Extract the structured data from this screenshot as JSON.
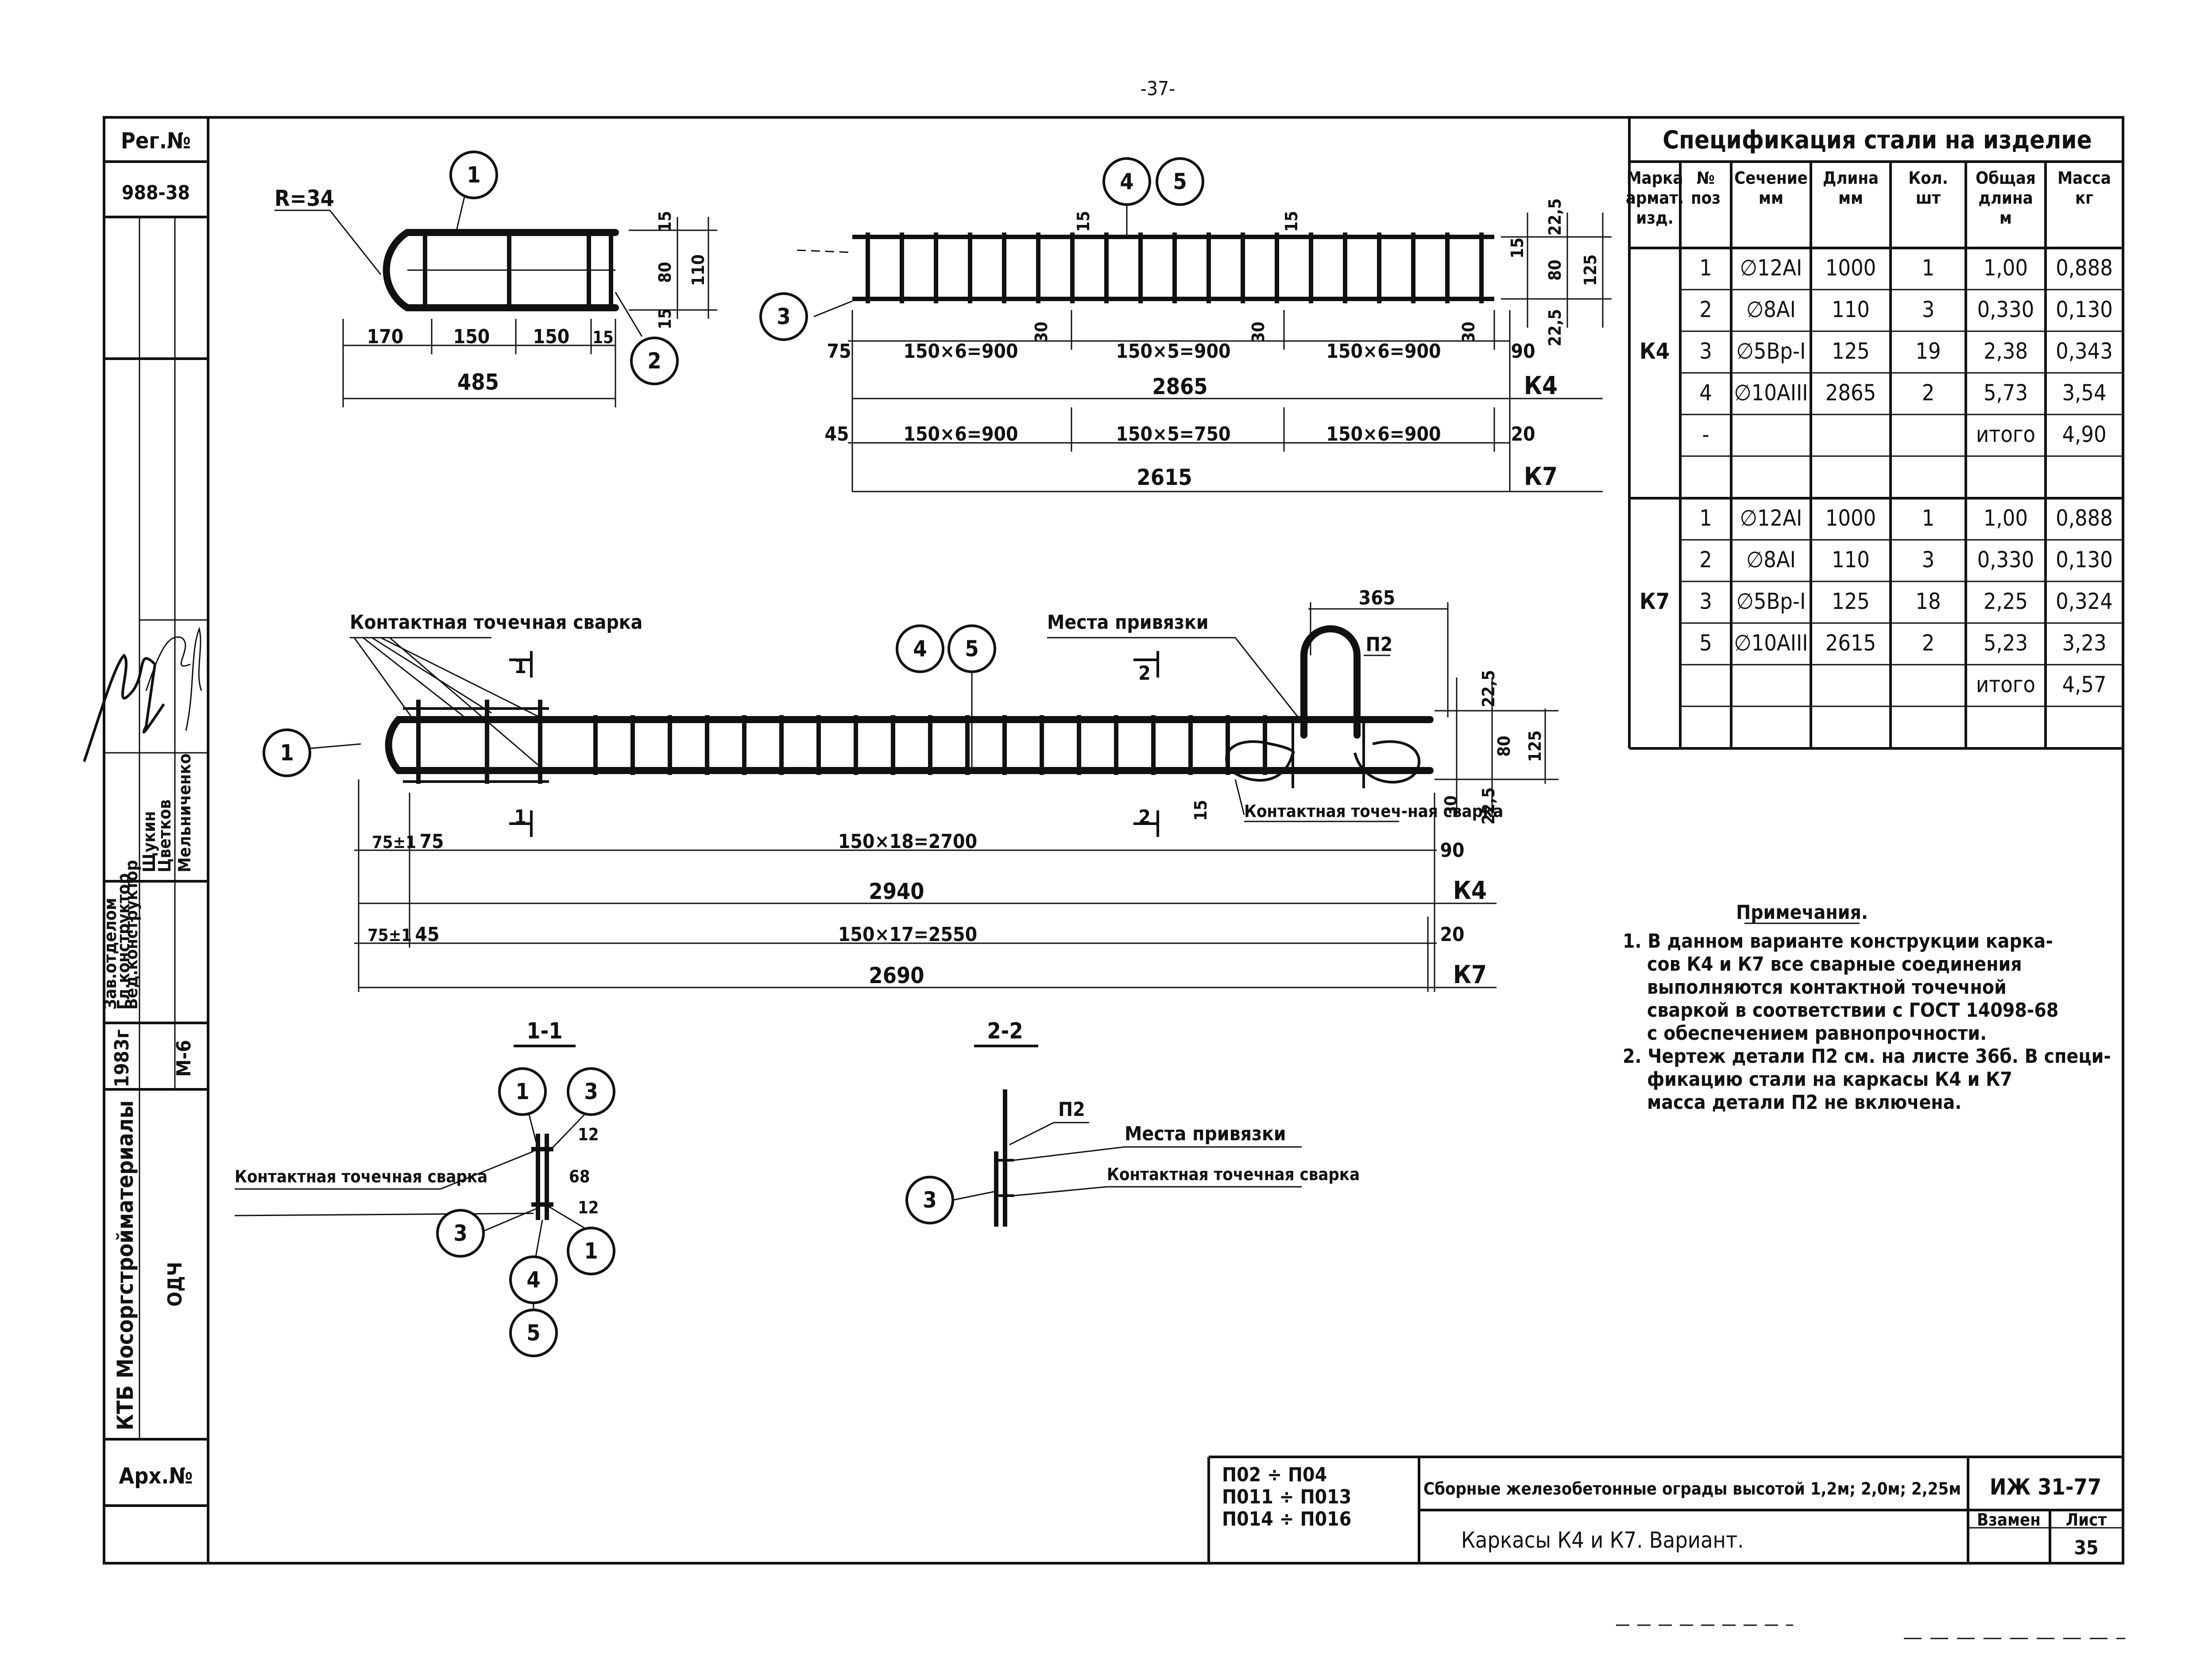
{
  "page_number": "-37-",
  "stamp": {
    "reg_label": "Рег.№",
    "reg_number": "988-38",
    "arch_label": "Арх.№",
    "organization": "КТБ Мосоргстройматериалы",
    "code": "ОДЧ",
    "year": "1983г",
    "mark": "М-6",
    "roles": [
      "Зав.отделом",
      "Гл.конструктор",
      "Вед.конструктор"
    ],
    "names": [
      "Щукин",
      "Цветков",
      "Мельниченко"
    ]
  },
  "callouts": {
    "r34": "R=34",
    "n1": "1",
    "n2": "2",
    "n3": "3",
    "n4": "4",
    "n5": "5"
  },
  "top_left_view": {
    "dims": [
      "170",
      "150",
      "150",
      "15"
    ],
    "total": "485",
    "right_dims": [
      "15",
      "80",
      "110",
      "15"
    ]
  },
  "top_right_view": {
    "top_dims": [
      "15",
      "15"
    ],
    "right_dims": [
      "22,5",
      "15",
      "80",
      "125",
      "22,5"
    ],
    "k4_row": [
      "75",
      "150×6=900",
      "150×5=900",
      "150×6=900",
      "90"
    ],
    "small_30": [
      "30",
      "30",
      "30"
    ],
    "k4_total": "2865",
    "k4": "К4",
    "k7_row": [
      "45",
      "150×6=900",
      "150×5=750",
      "150×6=900",
      "20"
    ],
    "k7_total": "2615",
    "k7": "К7"
  },
  "main_view": {
    "label_weld": "Контактная точечная сварка",
    "label_places": "Места привязки",
    "p2": "П2",
    "dim_365": "365",
    "section1": "1",
    "section2": "2",
    "right_dims": [
      "22,5",
      "80",
      "125",
      "30",
      "22,5"
    ],
    "dim_15": "15",
    "label_weld2": "Контактная точеч-ная сварка",
    "row1": [
      "75±1",
      "75",
      "150×18=2700",
      "90"
    ],
    "total1": "2940",
    "k4": "К4",
    "row2": [
      "75±1",
      "45",
      "150×17=2550",
      "20"
    ],
    "total2": "2690",
    "k7": "К7"
  },
  "section_1_1": {
    "title": "1-1",
    "weld_label": "Контактная точечная сварка",
    "dims": [
      "12",
      "68",
      "12"
    ]
  },
  "section_2_2": {
    "title": "2-2",
    "p2": "П2",
    "places": "Места привязки",
    "weld": "Контактная точечная сварка"
  },
  "spec_table": {
    "title": "Спецификация стали на изделие",
    "headers": [
      "Марка армат. изд.",
      "№ поз",
      "Сечение мм",
      "Длина мм",
      "Кол. шт",
      "Общая длина м",
      "Масса кг"
    ],
    "groups": [
      {
        "mark": "К4",
        "rows": [
          [
            "1",
            "∅12АI",
            "1000",
            "1",
            "1,00",
            "0,888"
          ],
          [
            "2",
            "∅8АI",
            "110",
            "3",
            "0,330",
            "0,130"
          ],
          [
            "3",
            "∅5Вр-I",
            "125",
            "19",
            "2,38",
            "0,343"
          ],
          [
            "4",
            "∅10АIII",
            "2865",
            "2",
            "5,73",
            "3,54"
          ],
          [
            "-",
            "",
            "",
            "",
            "итого",
            "4,90"
          ],
          [
            "",
            "",
            "",
            "",
            "",
            ""
          ]
        ]
      },
      {
        "mark": "К7",
        "rows": [
          [
            "1",
            "∅12АI",
            "1000",
            "1",
            "1,00",
            "0,888"
          ],
          [
            "2",
            "∅8АI",
            "110",
            "3",
            "0,330",
            "0,130"
          ],
          [
            "3",
            "∅5Вр-I",
            "125",
            "18",
            "2,25",
            "0,324"
          ],
          [
            "5",
            "∅10АIII",
            "2615",
            "2",
            "5,23",
            "3,23"
          ],
          [
            "",
            "",
            "",
            "",
            "итого",
            "4,57"
          ],
          [
            "",
            "",
            "",
            "",
            "",
            ""
          ]
        ]
      }
    ]
  },
  "notes": {
    "title": "Примечания.",
    "lines": [
      "1. В данном варианте конструкции карка-",
      "сов К4 и К7 все сварные соединения",
      "выполняются контактной точечной",
      "сваркой в соответствии с ГОСТ 14098-68",
      "с обеспечением равнопрочности.",
      "2. Чертеж детали П2 см. на листе 36б. В специ-",
      "фикацию стали на каркасы К4 и К7",
      "масса детали П2 не включена."
    ]
  },
  "title_block": {
    "codes": [
      "П02 ÷ П04",
      "П011 ÷ П013",
      "П014 ÷ П016"
    ],
    "title": "Сборные железобетонные ограды высотой 1,2м; 2,0м; 2,25м",
    "subtitle": "Каркасы К4 и К7. Вариант.",
    "doc": "ИЖ 31-77",
    "vzamen": "Взамен",
    "list": "Лист",
    "sheet": "35"
  }
}
